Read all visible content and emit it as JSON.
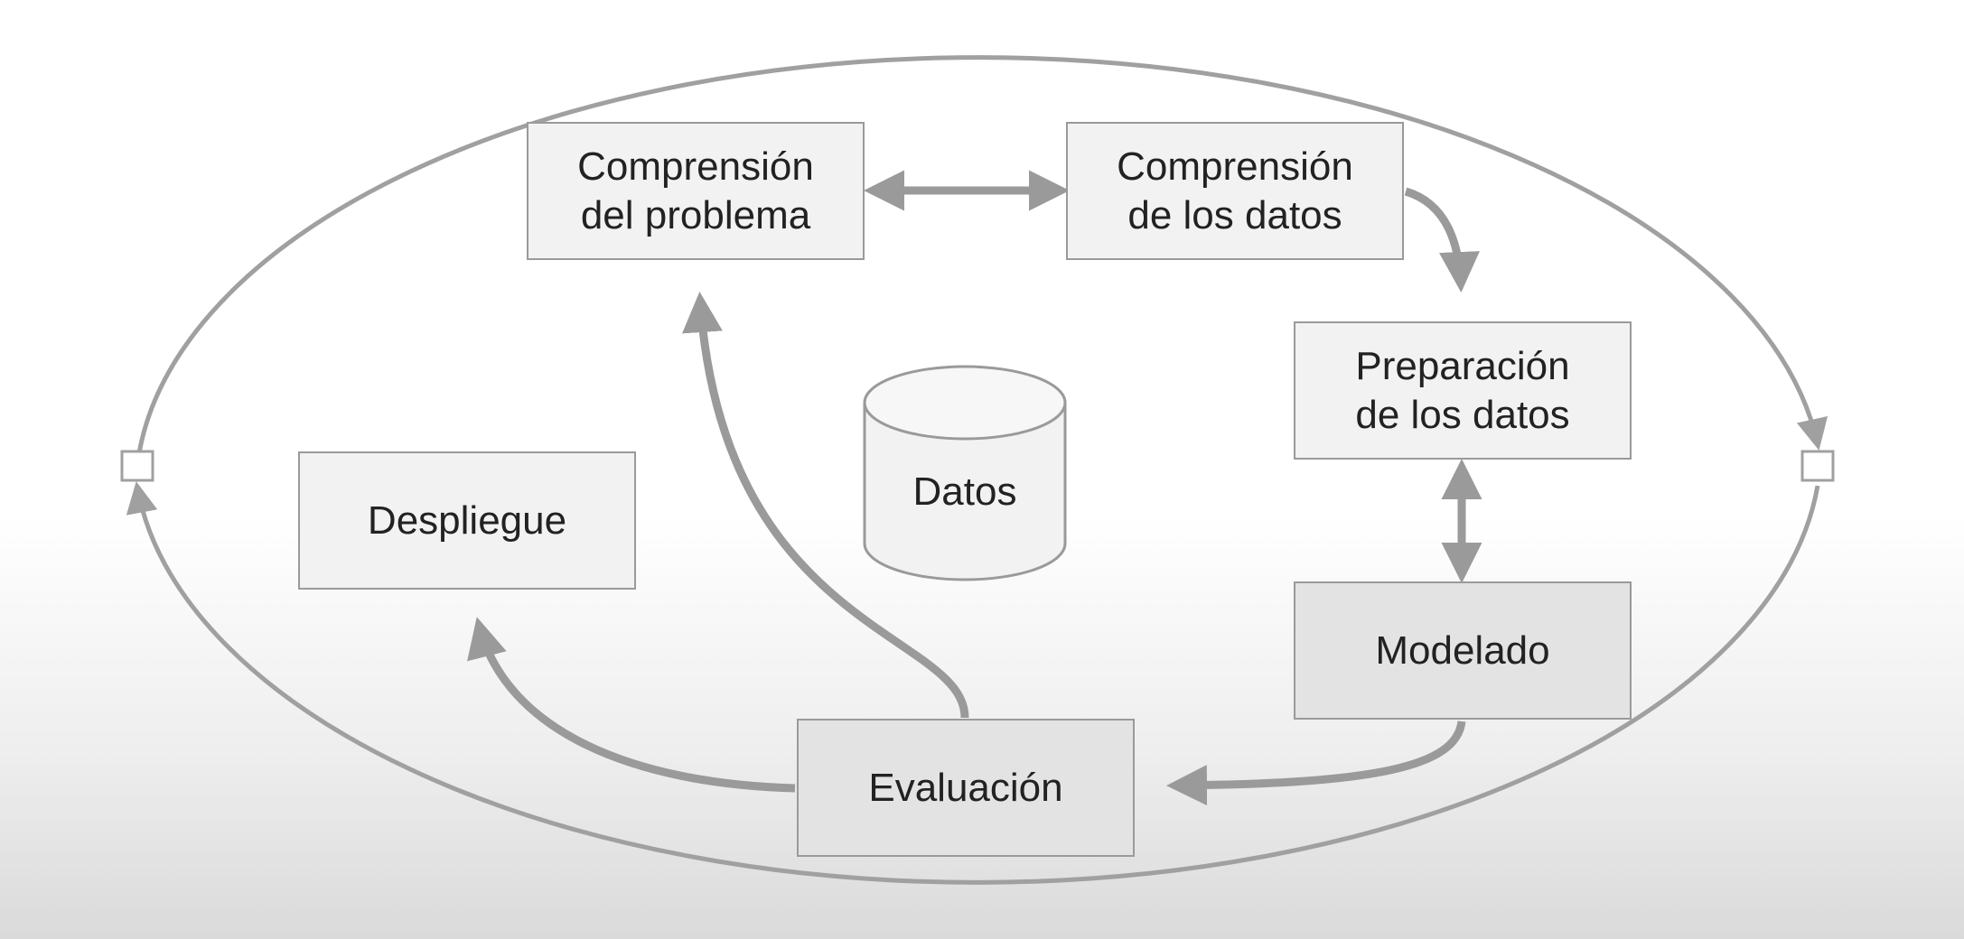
{
  "diagram": {
    "nodes": {
      "comprension_problema": "Comprensión\ndel problema",
      "comprension_datos": "Comprensión\nde los datos",
      "preparacion_datos": "Preparación\nde los datos",
      "modelado": "Modelado",
      "evaluacion": "Evaluación",
      "despliegue": "Despliegue",
      "datos": "Datos"
    },
    "colors": {
      "line": "#a0a0a0",
      "arrow": "#9a9a9a",
      "box_light": "#f2f2f2",
      "box_dark": "#e3e3e3",
      "text": "#222222"
    }
  }
}
